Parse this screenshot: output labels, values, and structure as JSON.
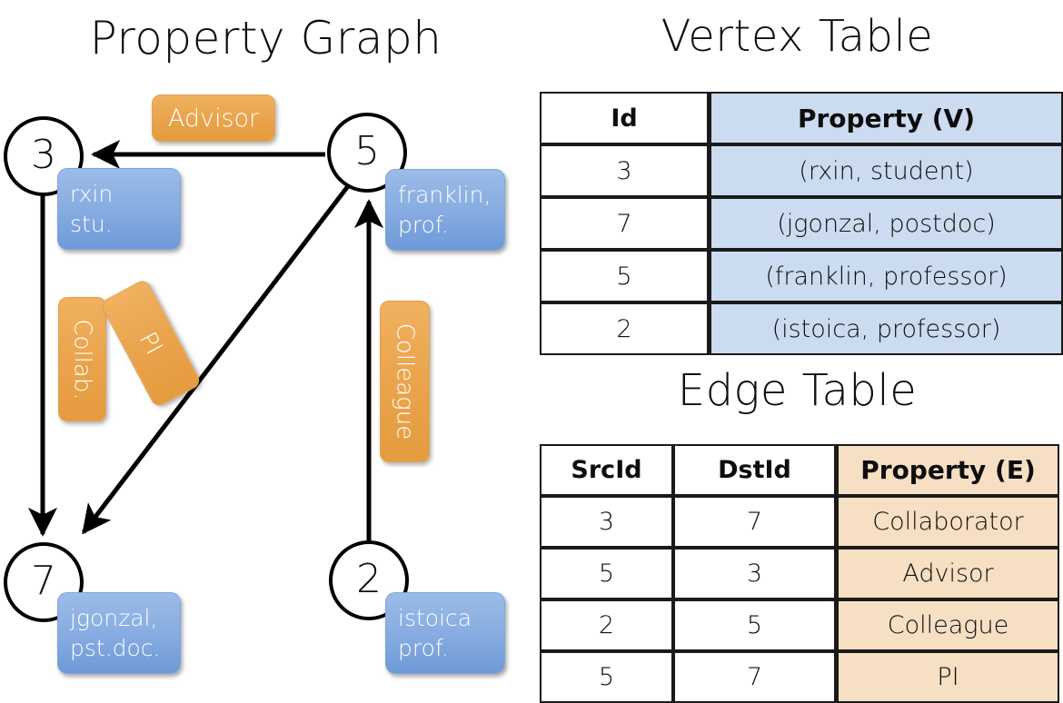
{
  "titles": {
    "property_graph": "Property Graph",
    "vertex_table": "Vertex Table",
    "edge_table": "Edge Table"
  },
  "graph": {
    "nodes": [
      {
        "id": "3",
        "prop_line1": "rxin",
        "prop_line2": "stu."
      },
      {
        "id": "5",
        "prop_line1": "franklin,",
        "prop_line2": "prof."
      },
      {
        "id": "7",
        "prop_line1": "jgonzal,",
        "prop_line2": "pst.doc."
      },
      {
        "id": "2",
        "prop_line1": "istoica",
        "prop_line2": "prof."
      }
    ],
    "edge_labels": {
      "advisor": "Advisor",
      "collab": "Collab.",
      "pi": "PI",
      "colleague": "Colleague"
    }
  },
  "vertex_table": {
    "headers": [
      "Id",
      "Property (V)"
    ],
    "rows": [
      {
        "id": "3",
        "property": "(rxin, student)"
      },
      {
        "id": "7",
        "property": "(jgonzal, postdoc)"
      },
      {
        "id": "5",
        "property": "(franklin, professor)"
      },
      {
        "id": "2",
        "property": "(istoica, professor)"
      }
    ]
  },
  "edge_table": {
    "headers": [
      "SrcId",
      "DstId",
      "Property (E)"
    ],
    "rows": [
      {
        "src": "3",
        "dst": "7",
        "property": "Collaborator"
      },
      {
        "src": "5",
        "dst": "3",
        "property": "Advisor"
      },
      {
        "src": "2",
        "dst": "5",
        "property": "Colleague"
      },
      {
        "src": "5",
        "dst": "7",
        "property": "PI"
      }
    ]
  },
  "colors": {
    "vertex_property_fill": "#ccdcf0",
    "edge_property_fill": "#f6dfc3",
    "node_callout": "#89aee2",
    "edge_callout": "#eaa44d",
    "stroke": "#000000"
  }
}
